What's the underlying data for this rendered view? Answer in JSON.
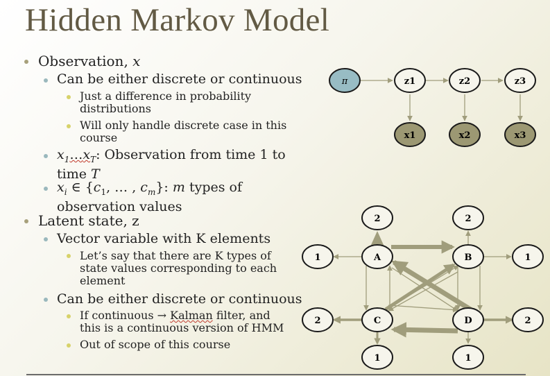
{
  "slide": {
    "title": "Hidden Markov Model",
    "bullets": {
      "b1_label": "Observation, ",
      "b1_var": "x",
      "b1a": "Can be either discrete or continuous",
      "b1a1_line1": "Just a difference in probability",
      "b1a1_line2": "distributions",
      "b1a2_line1": "Will only handle discrete case in this",
      "b1a2_line2": "course",
      "b1b_var_start": "x",
      "b1b_sub_start": "1",
      "b1b_dots": "…",
      "b1b_var_end": "x",
      "b1b_sub_end": "T",
      "b1b_text": ": Observation from time 1 to",
      "b1b_line2": "time ",
      "b1b_line2_var": "T",
      "b1c_var": "x",
      "b1c_sub": "i",
      "b1c_mid": " ∈ {",
      "b1c_c": "c",
      "b1c_sub1": "1",
      "b1c_dots": ", … , ",
      "b1c_c2": "c",
      "b1c_subm": "m",
      "b1c_end": "}: ",
      "b1c_m": "m",
      "b1c_types": " types of",
      "b1c_line2": "observation values",
      "b2": "Latent state, z",
      "b2a": "Vector variable with K elements",
      "b2a1_line1": "Let’s say that there are K types of",
      "b2a1_line2": "state values corresponding to each",
      "b2a1_line3": "element",
      "b2b": "Can be either discrete or continuous",
      "b2b1_pre": "If continuous ",
      "b2b1_arrow": "→",
      "b2b1_kalman": "Kalman",
      "b2b1_post": " filter, and",
      "b2b1_line2_pre": "this is a continuous version of ",
      "b2b1_line2_hmm": "HMM",
      "b2b2": "Out of scope of this course"
    }
  },
  "hmm_diagram": {
    "nodes": [
      "π",
      "z1",
      "z2",
      "z3",
      "x1",
      "x2",
      "x3"
    ]
  },
  "state_diagram": {
    "states": [
      "A",
      "B",
      "C",
      "D"
    ],
    "leaf_labels": {
      "a_top": "2",
      "a_left": "1",
      "b_top": "2",
      "b_right": "1",
      "c_left": "2",
      "c_bottom": "1",
      "d_right": "2",
      "d_bottom": "1"
    }
  },
  "colors": {
    "title": "#625a44",
    "pi_node": "#98bcc4",
    "obs_node": "#9c9873",
    "arrow": "#a09d7c",
    "bullet1": "#a7a07b",
    "bullet2": "#9ab8bd",
    "bullet3": "#d7d26a"
  }
}
